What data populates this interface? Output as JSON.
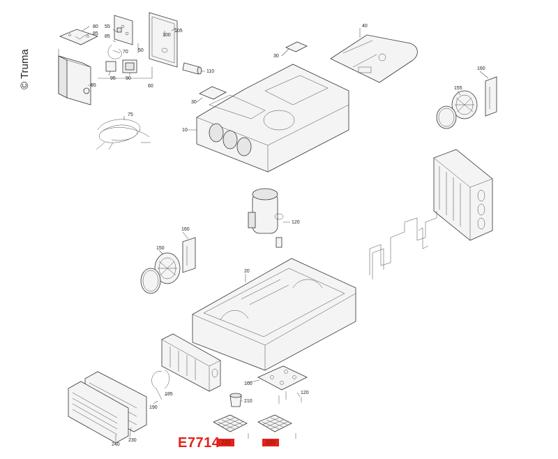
{
  "copyright": "© Truma",
  "diagram_code": "E7714",
  "badges": [
    "220",
    "220"
  ],
  "callouts": {
    "c10": "10",
    "c20": "20",
    "c30a": "30",
    "c30b": "30",
    "c40": "40",
    "c50": "50",
    "c55": "55",
    "c60": "60",
    "c65": "65",
    "c70": "70",
    "c75": "75",
    "c80": "80",
    "c85a": "85",
    "c85b": "85",
    "c90": "90",
    "c95": "95",
    "c100a": "100",
    "c100b": "100",
    "c105": "105",
    "c110": "110",
    "c120a": "120",
    "c120b": "120",
    "c150": "150",
    "c155": "155",
    "c160a": "160",
    "c160b": "160",
    "c190": "190",
    "c195": "195",
    "c210": "210",
    "c230": "230",
    "c240": "240"
  }
}
